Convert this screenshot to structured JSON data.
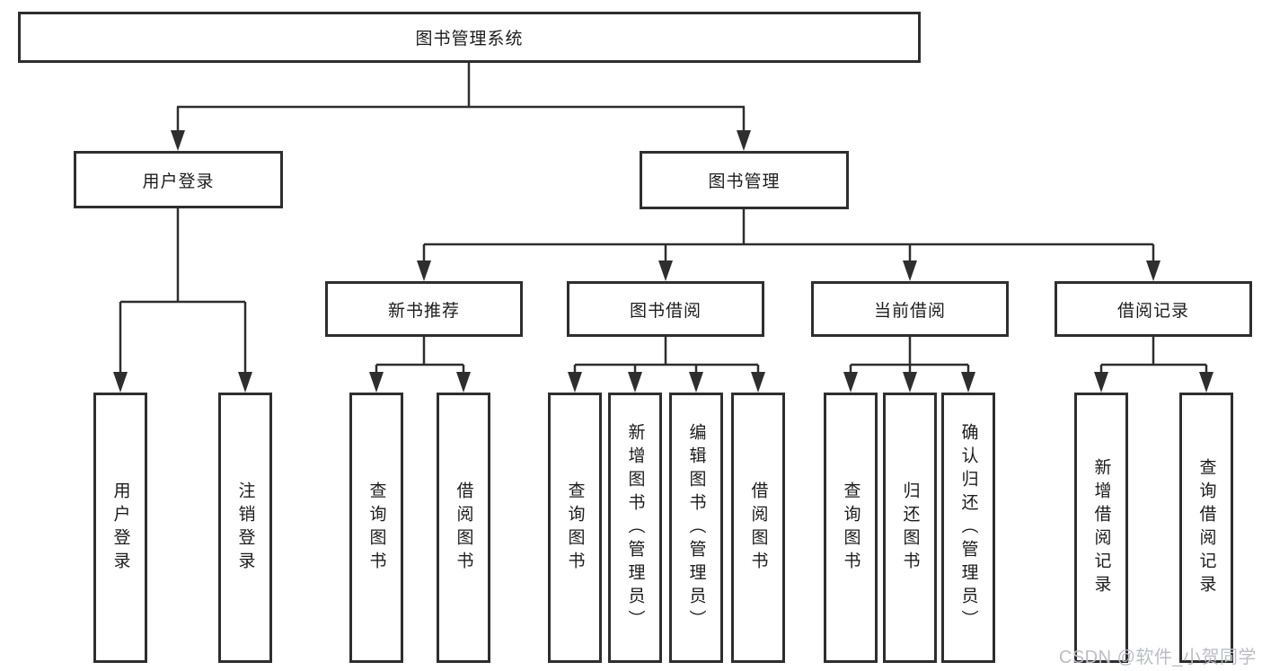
{
  "tree": {
    "root": {
      "label": "图书管理系统"
    },
    "branches": [
      {
        "label": "用户登录",
        "children": [
          {
            "label": "用户登录"
          },
          {
            "label": "注销登录"
          }
        ]
      },
      {
        "label": "图书管理",
        "children": [
          {
            "label": "新书推荐",
            "children": [
              {
                "label": "查询图书"
              },
              {
                "label": "借阅图书"
              }
            ]
          },
          {
            "label": "图书借阅",
            "children": [
              {
                "label": "查询图书"
              },
              {
                "label": "新增图书（管理员）"
              },
              {
                "label": "编辑图书（管理员）"
              },
              {
                "label": "借阅图书"
              }
            ]
          },
          {
            "label": "当前借阅",
            "children": [
              {
                "label": "查询图书"
              },
              {
                "label": "归还图书"
              },
              {
                "label": "确认归还（管理员）"
              }
            ]
          },
          {
            "label": "借阅记录",
            "children": [
              {
                "label": "新增借阅记录"
              },
              {
                "label": "查询借阅记录"
              }
            ]
          }
        ]
      }
    ]
  },
  "watermark": {
    "text": "CSDN @软件_小贺同学"
  },
  "colors": {
    "line": "#2e2e2e",
    "text": "#1c1c1c",
    "watermark": "#b9bdc4",
    "background": "#ffffff"
  }
}
